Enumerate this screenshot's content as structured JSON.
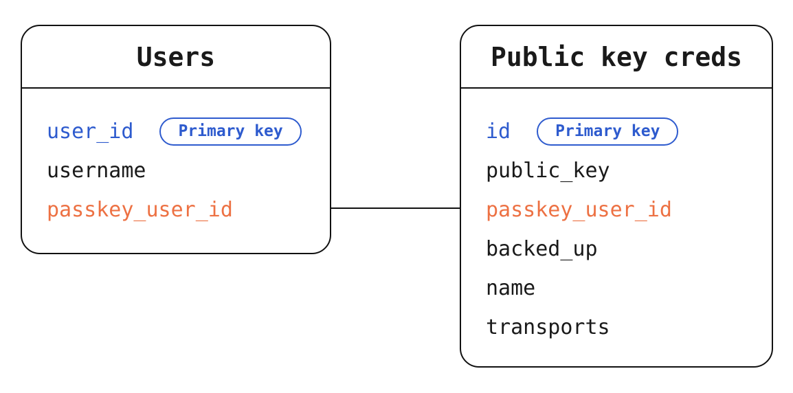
{
  "colors": {
    "primary_key_blue": "#2e5bce",
    "foreign_key_orange": "#ed7143",
    "text_black": "#1a1a1a",
    "line_black": "#111111",
    "background_white": "#ffffff"
  },
  "tables": [
    {
      "title": "Users",
      "fields": [
        {
          "name": "user_id",
          "type": "primary",
          "badge": "Primary key"
        },
        {
          "name": "username",
          "type": "normal"
        },
        {
          "name": "passkey_user_id",
          "type": "foreign"
        }
      ]
    },
    {
      "title": "Public key creds",
      "fields": [
        {
          "name": "id",
          "type": "primary",
          "badge": "Primary key"
        },
        {
          "name": "public_key",
          "type": "normal"
        },
        {
          "name": "passkey_user_id",
          "type": "foreign"
        },
        {
          "name": "backed_up",
          "type": "normal"
        },
        {
          "name": "name",
          "type": "normal"
        },
        {
          "name": "transports",
          "type": "normal"
        }
      ]
    }
  ],
  "relationship": {
    "from_table": "Users",
    "from_field": "passkey_user_id",
    "to_table": "Public key creds",
    "to_field": "passkey_user_id"
  }
}
